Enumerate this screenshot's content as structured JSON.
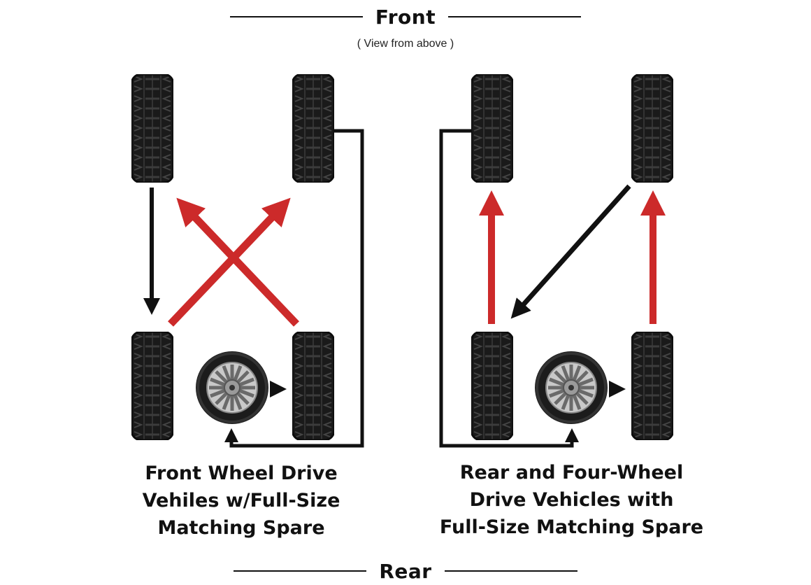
{
  "header": {
    "front": "Front",
    "subtitle": "( View from above )",
    "rear": "Rear"
  },
  "left_diagram": {
    "caption_lines": [
      "Front Wheel Drive",
      "Vehiles w/Full-Size",
      "Matching Spare"
    ]
  },
  "right_diagram": {
    "caption_lines": [
      "Rear and Four-Wheel",
      "Drive Vehicles with",
      "Full-Size Matching Spare"
    ]
  },
  "colors": {
    "move_arrow_black": "#111111",
    "move_arrow_red": "#cc2a2a",
    "tire": "#1a1a1a",
    "tread": "#3c3c3c"
  }
}
